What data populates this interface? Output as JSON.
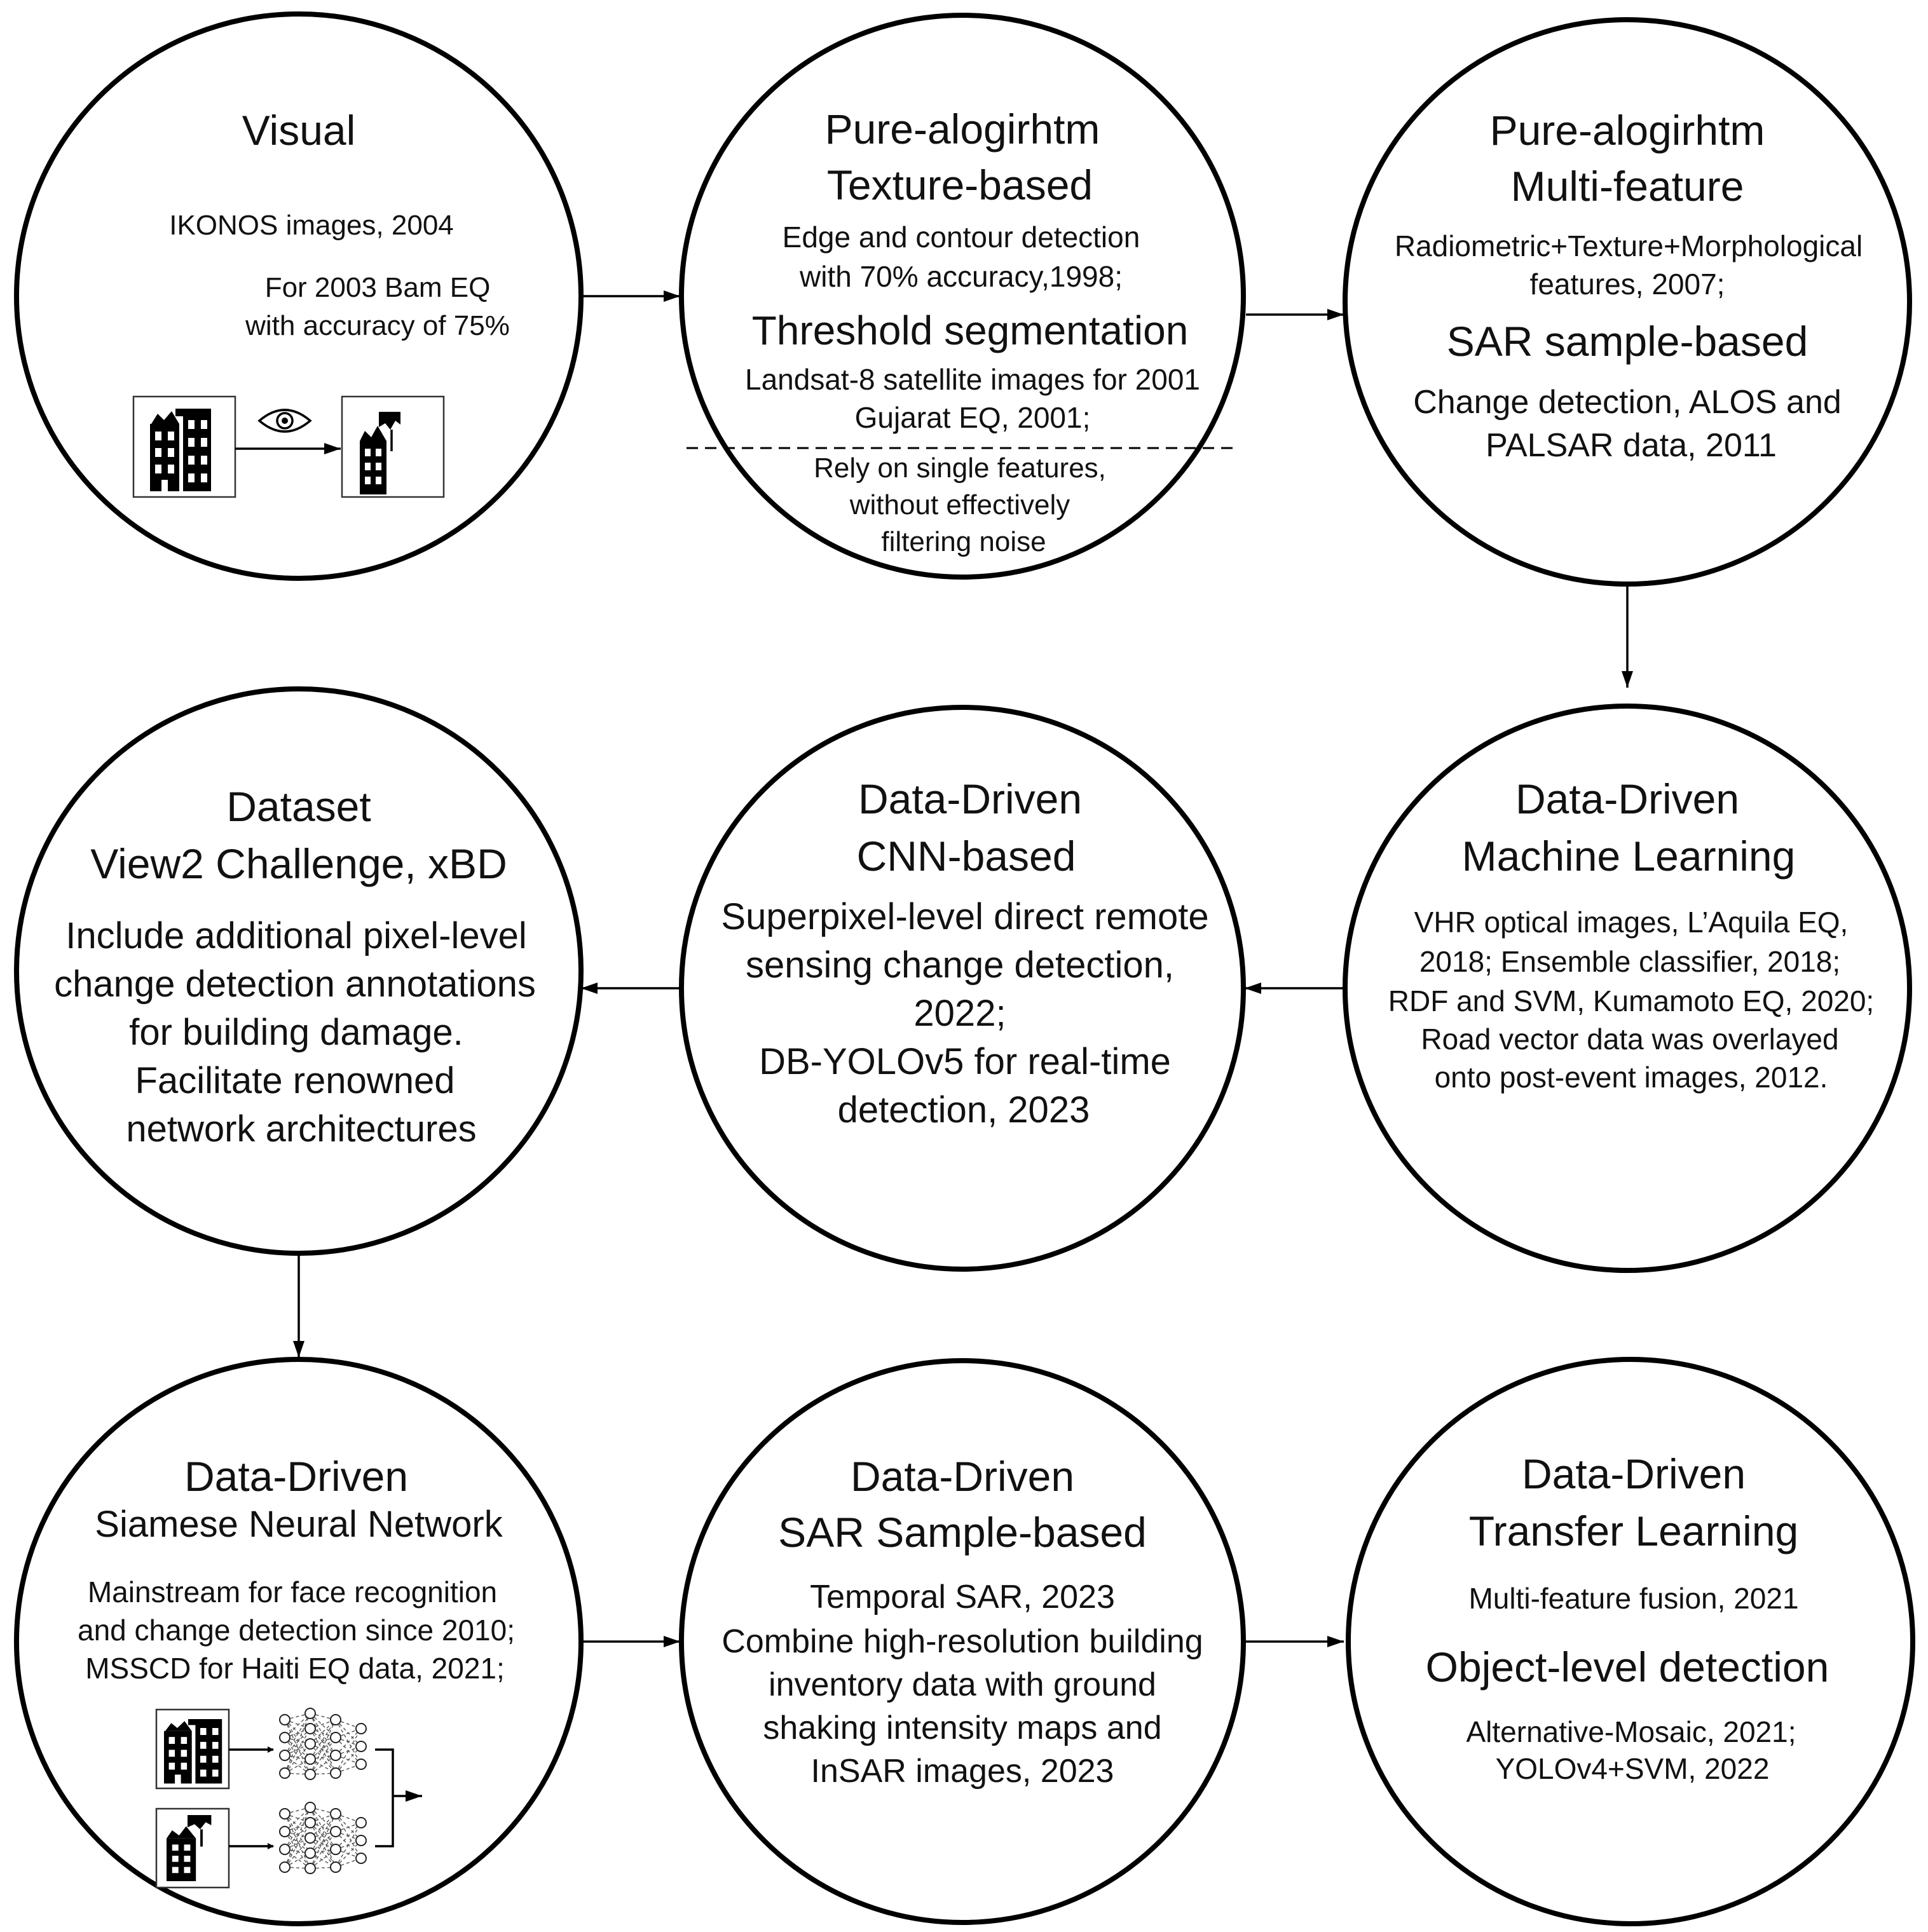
{
  "circles": {
    "visual": {
      "title": "Visual",
      "line1": "IKONOS images, 2004",
      "line2": "For 2003 Bam EQ",
      "line3": "with accuracy of 75%"
    },
    "texture": {
      "title1": "Pure-alogirhtm",
      "title2": "Texture-based",
      "text1a": "Edge and contour detection",
      "text1b": "with 70% accuracy,1998;",
      "heading2": "Threshold segmentation",
      "text2a": "Landsat-8 satellite images for 2001",
      "text2b": "Gujarat EQ, 2001;",
      "limit1": "Rely on single features,",
      "limit2": "without effectively",
      "limit3": "filtering noise"
    },
    "multifeature": {
      "title1": "Pure-alogirhtm",
      "title2": "Multi-feature",
      "text1a": "Radiometric+Texture+Morphological",
      "text1b": "features, 2007;",
      "heading2": "SAR sample-based",
      "text2a": "Change detection, ALOS and",
      "text2b": "PALSAR data, 2011"
    },
    "ml": {
      "title1": "Data-Driven",
      "title2": "Machine Learning",
      "l1": "VHR optical images, L’Aquila EQ,",
      "l2": "2018; Ensemble classifier, 2018;",
      "l3": "RDF and SVM, Kumamoto EQ, 2020;",
      "l4": "Road vector data was overlayed",
      "l5": "onto post-event images, 2012."
    },
    "cnn": {
      "title1": "Data-Driven",
      "title2": "CNN-based",
      "l1": "Superpixel-level direct remote",
      "l2": "sensing change detection,",
      "l3": "2022;",
      "l4": "DB-YOLOv5 for real-time",
      "l5": "detection, 2023"
    },
    "dataset": {
      "title1": "Dataset",
      "title2": "View2 Challenge, xBD",
      "l1": "Include additional pixel-level",
      "l2": "change  detection annotations",
      "l3": "for building damage.",
      "l4": "Facilitate renowned",
      "l5": "network architectures"
    },
    "siamese": {
      "title1": "Data-Driven",
      "title2": "Siamese Neural Network",
      "l1": "Mainstream for face recognition",
      "l2": "and change detection since 2010;",
      "l3": "MSSCD for Haiti EQ data, 2021;"
    },
    "sar": {
      "title1": "Data-Driven",
      "title2": "SAR Sample-based",
      "l1": "Temporal SAR, 2023",
      "l2": "Combine high-resolution building",
      "l3": "inventory data with ground",
      "l4": "shaking intensity maps and",
      "l5": "InSAR images, 2023"
    },
    "transfer": {
      "title1": "Data-Driven",
      "title2": "Transfer Learning",
      "l1": "Multi-feature fusion, 2021",
      "heading2": "Object-level detection",
      "l2": "Alternative-Mosaic, 2021;",
      "l3": "YOLOv4+SVM, 2022"
    }
  },
  "icons": {
    "visual": [
      "building-icon",
      "eye-icon",
      "damaged-building-icon"
    ],
    "siamese": [
      "building-icon",
      "neural-network-icon",
      "damaged-building-icon"
    ]
  }
}
